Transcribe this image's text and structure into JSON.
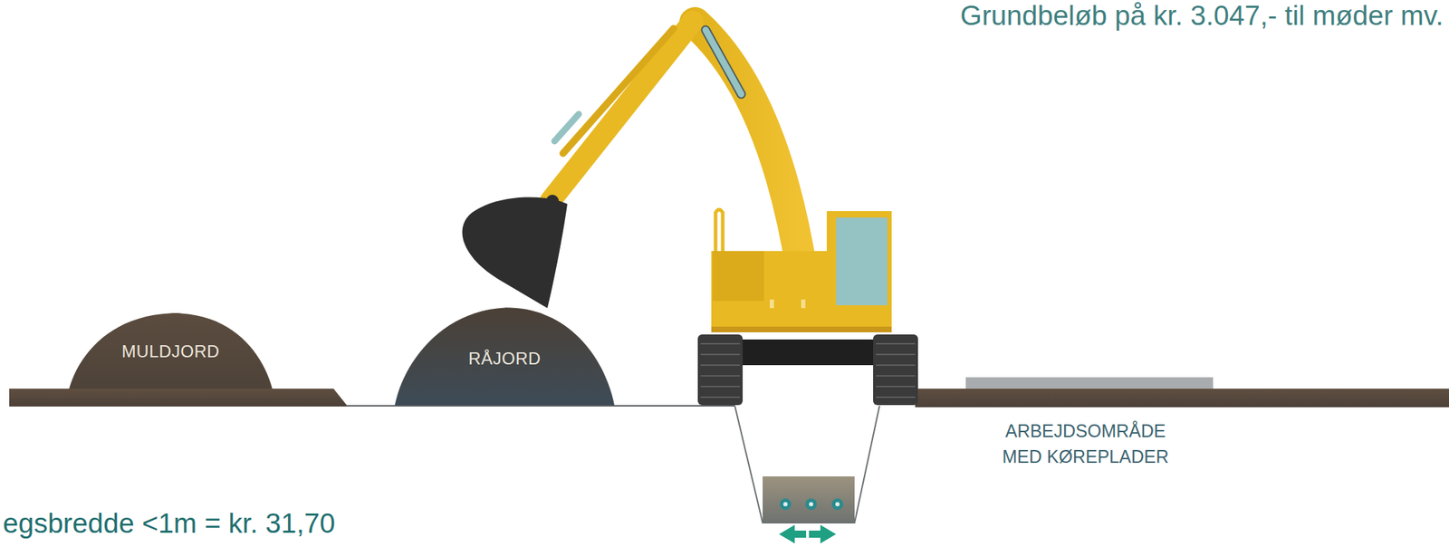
{
  "diagram": {
    "nodes": [
      {
        "text": [
          "MULDJORD"
        ]
      },
      {
        "text": [
          "RÅJORD"
        ]
      }
    ],
    "labels": [
      "Grundbeløb på kr. 3.047,- til møder mv.",
      "ARBEJDSOMRÅDE MED KØREPLADER",
      "egsbredde <1m = kr. 31,70"
    ]
  }
}
